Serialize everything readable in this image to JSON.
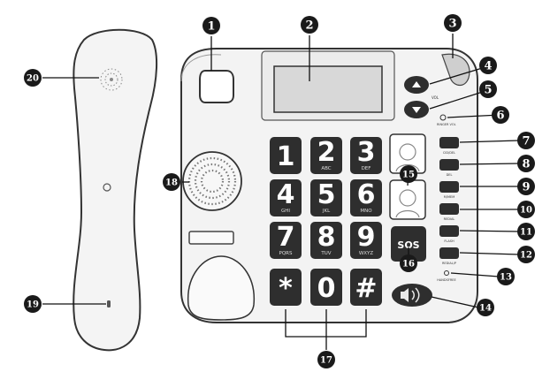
{
  "callouts": [
    {
      "n": "1"
    },
    {
      "n": "2"
    },
    {
      "n": "3"
    },
    {
      "n": "4"
    },
    {
      "n": "5"
    },
    {
      "n": "6"
    },
    {
      "n": "7"
    },
    {
      "n": "8"
    },
    {
      "n": "9"
    },
    {
      "n": "10"
    },
    {
      "n": "11"
    },
    {
      "n": "12"
    },
    {
      "n": "13"
    },
    {
      "n": "14"
    },
    {
      "n": "15"
    },
    {
      "n": "16"
    },
    {
      "n": "17"
    },
    {
      "n": "18"
    },
    {
      "n": "19"
    },
    {
      "n": "20"
    }
  ],
  "keys": [
    {
      "digit": "1",
      "letters": ""
    },
    {
      "digit": "2",
      "letters": "ABC"
    },
    {
      "digit": "3",
      "letters": "DEF"
    },
    {
      "digit": "4",
      "letters": "GHI"
    },
    {
      "digit": "5",
      "letters": "JKL"
    },
    {
      "digit": "6",
      "letters": "MNO"
    },
    {
      "digit": "7",
      "letters": "PQRS"
    },
    {
      "digit": "8",
      "letters": "TUV"
    },
    {
      "digit": "9",
      "letters": "WXYZ"
    },
    {
      "digit": "*",
      "letters": ""
    },
    {
      "digit": "0",
      "letters": ""
    },
    {
      "digit": "#",
      "letters": ""
    }
  ],
  "sos_label": "SOS",
  "side_labels": {
    "vol": "VOL",
    "ringer": "RINGER VOL",
    "b1": "CID/DEL",
    "b2": "DEL",
    "b3": "M/MEM",
    "b4": "REDIAL",
    "b5": "FLASH",
    "b6": "REDIAL/P",
    "handsfree": "HANDSFREE"
  },
  "colors": {
    "outline": "#333333",
    "key_fill": "#2e2e2e",
    "callout_fill": "#1a1a1a",
    "body_fill": "#f2f2f2"
  }
}
